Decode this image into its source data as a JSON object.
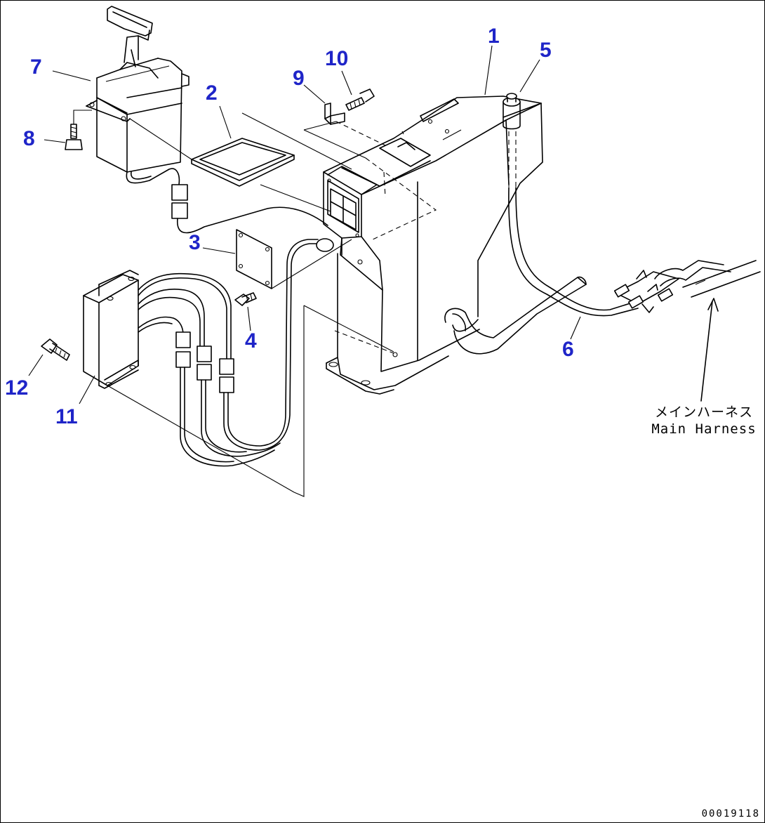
{
  "label_color": "#1f25c8",
  "callouts": [
    {
      "id": "1",
      "text": "1"
    },
    {
      "id": "2",
      "text": "2"
    },
    {
      "id": "3",
      "text": "3"
    },
    {
      "id": "4",
      "text": "4"
    },
    {
      "id": "5",
      "text": "5"
    },
    {
      "id": "6",
      "text": "6"
    },
    {
      "id": "7",
      "text": "7"
    },
    {
      "id": "8",
      "text": "8"
    },
    {
      "id": "9",
      "text": "9"
    },
    {
      "id": "10",
      "text": "10"
    },
    {
      "id": "11",
      "text": "11"
    },
    {
      "id": "12",
      "text": "12"
    }
  ],
  "main_harness": {
    "japanese": "メインハーネス",
    "english": "Main Harness"
  },
  "drawing_code": "00019118"
}
